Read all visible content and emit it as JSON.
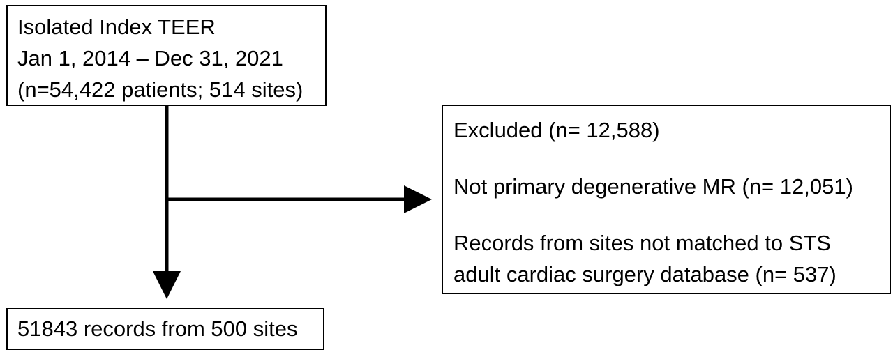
{
  "flowchart": {
    "source_box": {
      "lines": [
        "Isolated Index TEER",
        "Jan 1, 2014 – Dec 31, 2021",
        "(n=54,422 patients; 514 sites)"
      ]
    },
    "excluded_box": {
      "title": "Excluded (n= 12,588)",
      "reason_1": "Not primary degenerative MR (n= 12,051)",
      "reason_2_lines": [
        "Records from sites not matched to STS",
        "adult cardiac surgery database (n= 537)"
      ]
    },
    "result_box": {
      "label": "51843 records from 500 sites"
    }
  },
  "colors": {
    "line": "#000000",
    "box_border": "#000000",
    "background": "#ffffff"
  }
}
